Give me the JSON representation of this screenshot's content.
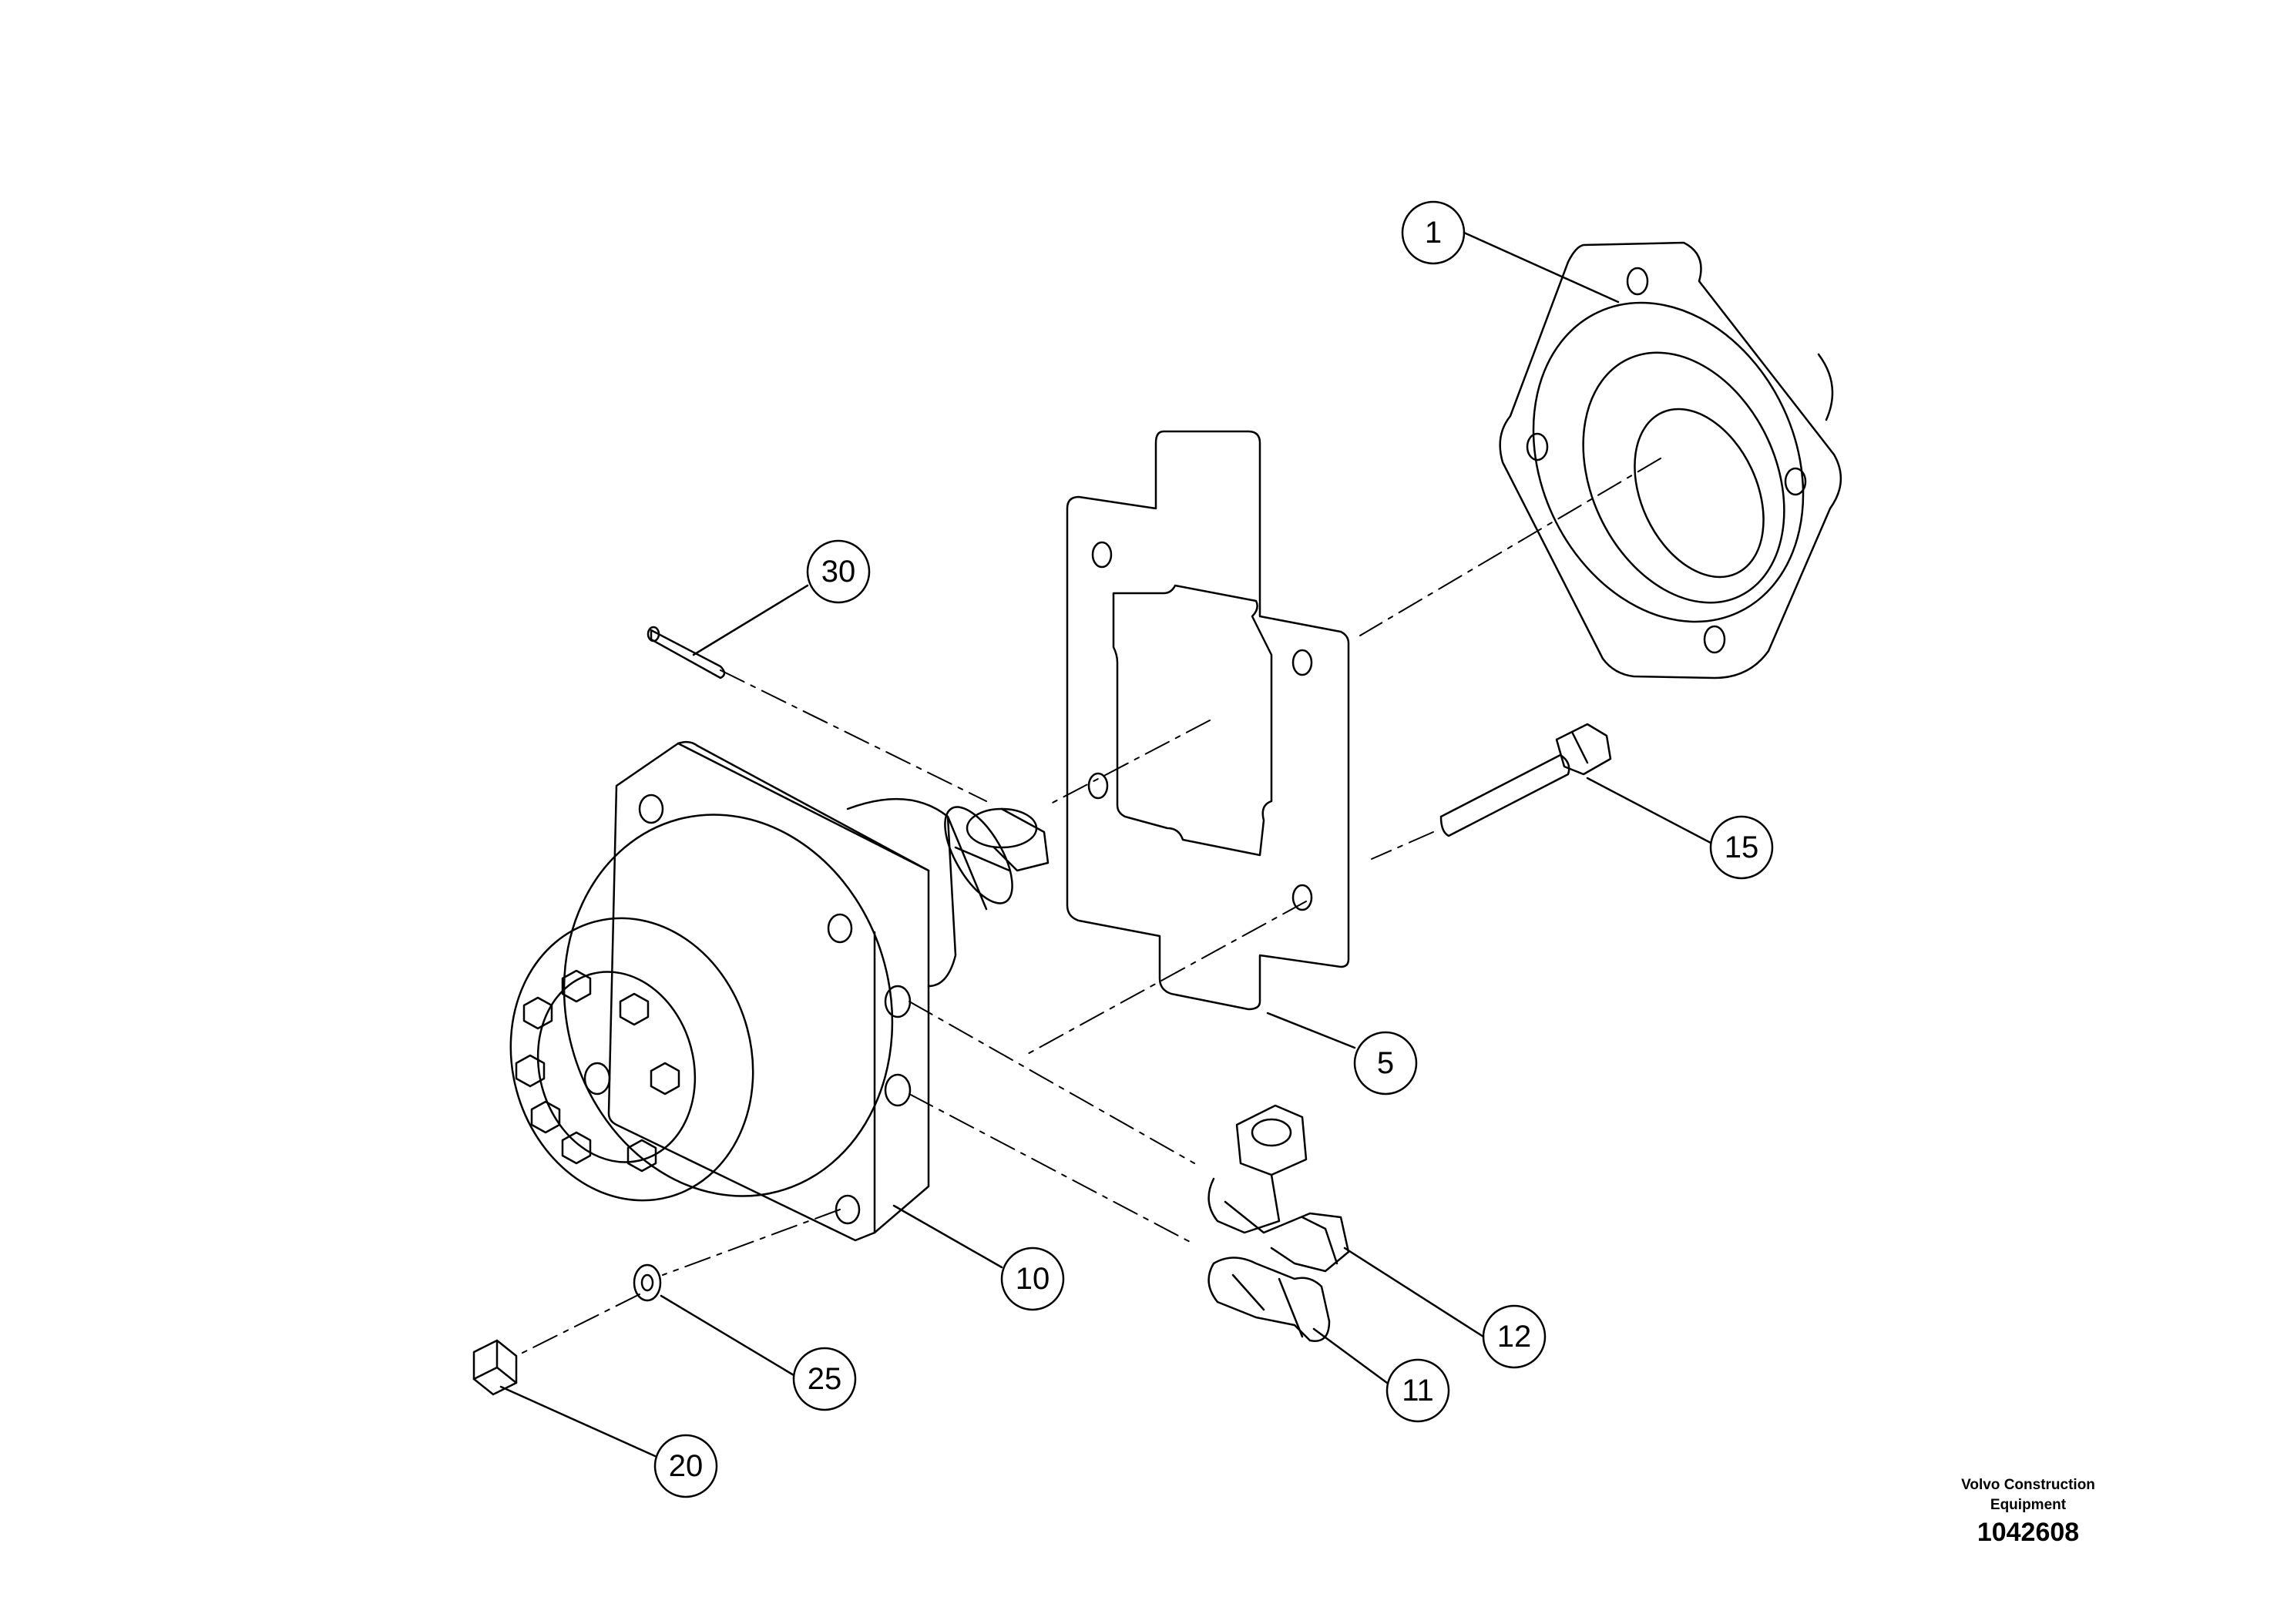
{
  "callouts": [
    {
      "id": "c1",
      "label": "1"
    },
    {
      "id": "c5",
      "label": "5"
    },
    {
      "id": "c10",
      "label": "10"
    },
    {
      "id": "c11",
      "label": "11"
    },
    {
      "id": "c12",
      "label": "12"
    },
    {
      "id": "c15",
      "label": "15"
    },
    {
      "id": "c20",
      "label": "20"
    },
    {
      "id": "c25",
      "label": "25"
    },
    {
      "id": "c30",
      "label": "30"
    }
  ],
  "footer": {
    "brand_line1": "Volvo Construction",
    "brand_line2": "Equipment",
    "drawing_number": "1042608"
  }
}
